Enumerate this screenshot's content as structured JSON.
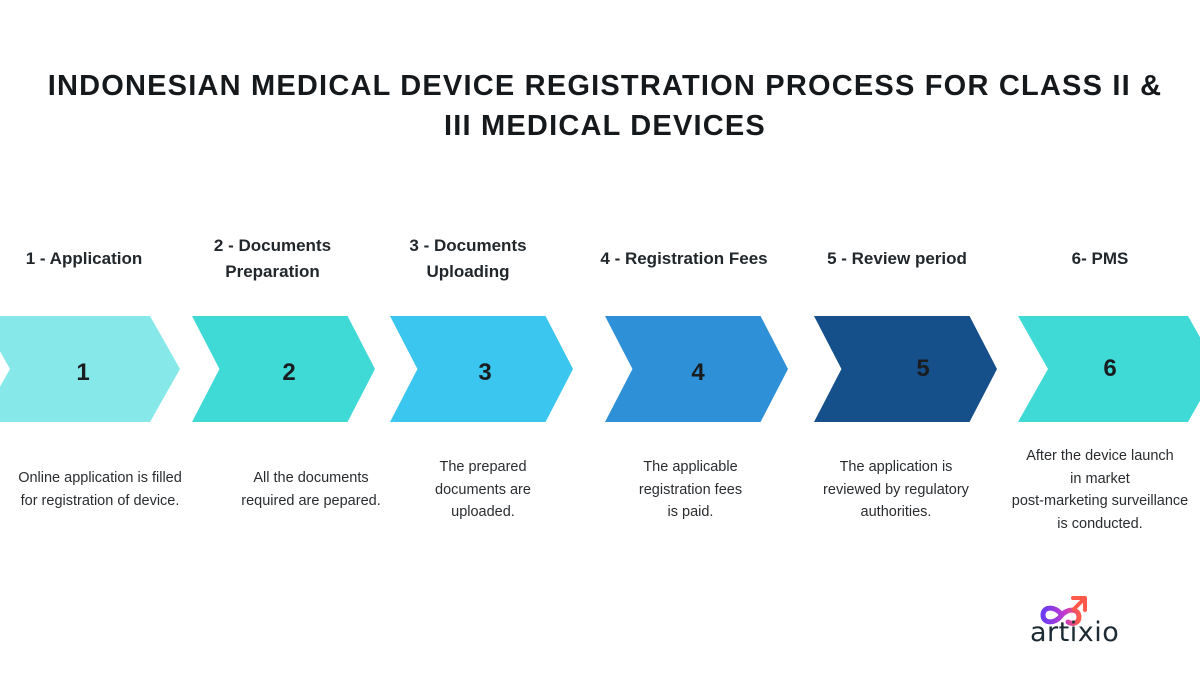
{
  "title": "INDONESIAN MEDICAL DEVICE REGISTRATION PROCESS FOR CLASS II & III MEDICAL DEVICES",
  "steps": [
    {
      "title": "1 - Application",
      "number": "1",
      "description": "Online application is filled\nfor registration of device.",
      "color": "#86E8E8"
    },
    {
      "title": "2 - Documents\nPreparation",
      "number": "2",
      "description": "All the documents\nrequired are pepared.",
      "color": "#3FD9D6"
    },
    {
      "title": "3 - Documents\nUploading",
      "number": "3",
      "description": "The prepared\ndocuments are\nuploaded.",
      "color": "#3AC6EE"
    },
    {
      "title": "4 - Registration Fees",
      "number": "4",
      "description": "The applicable\nregistration fees\nis paid.",
      "color": "#2E90D6"
    },
    {
      "title": "5 - Review period",
      "number": "5",
      "description": "The application is\nreviewed by regulatory\nauthorities.",
      "color": "#16508B"
    },
    {
      "title": "6- PMS",
      "number": "6",
      "description": "After the device launch\nin market\npost-marketing surveillance\nis conducted.",
      "color": "#3FD9D6"
    }
  ],
  "logo": {
    "text": "artixio",
    "icon": "artixio-infinity-arrow-logo"
  }
}
